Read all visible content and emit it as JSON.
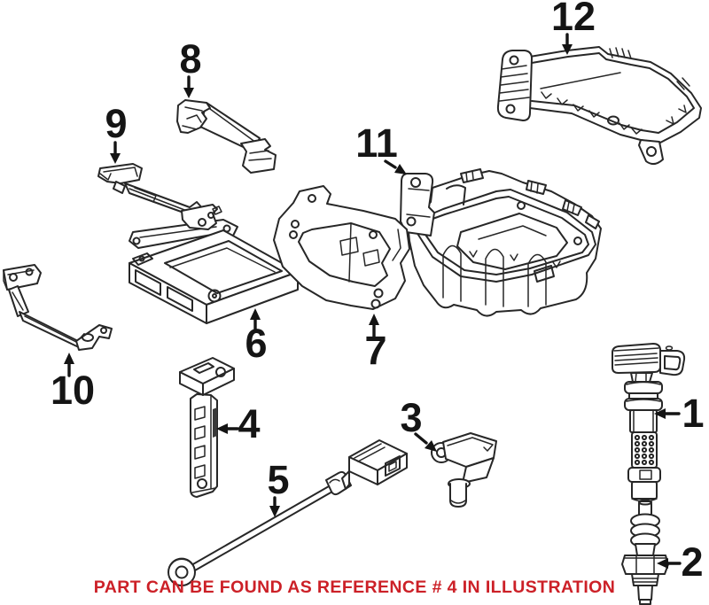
{
  "illustration": {
    "note": "PART CAN BE FOUND AS REFERENCE # 4 IN ILLUSTRATION",
    "note_color": "#cc2027",
    "line_color": "#272727",
    "background": "#ffffff",
    "parts": [
      {
        "ref": "1"
      },
      {
        "ref": "2"
      },
      {
        "ref": "3"
      },
      {
        "ref": "4"
      },
      {
        "ref": "5"
      },
      {
        "ref": "6"
      },
      {
        "ref": "7"
      },
      {
        "ref": "8"
      },
      {
        "ref": "9"
      },
      {
        "ref": "10"
      },
      {
        "ref": "11"
      },
      {
        "ref": "12"
      }
    ]
  }
}
